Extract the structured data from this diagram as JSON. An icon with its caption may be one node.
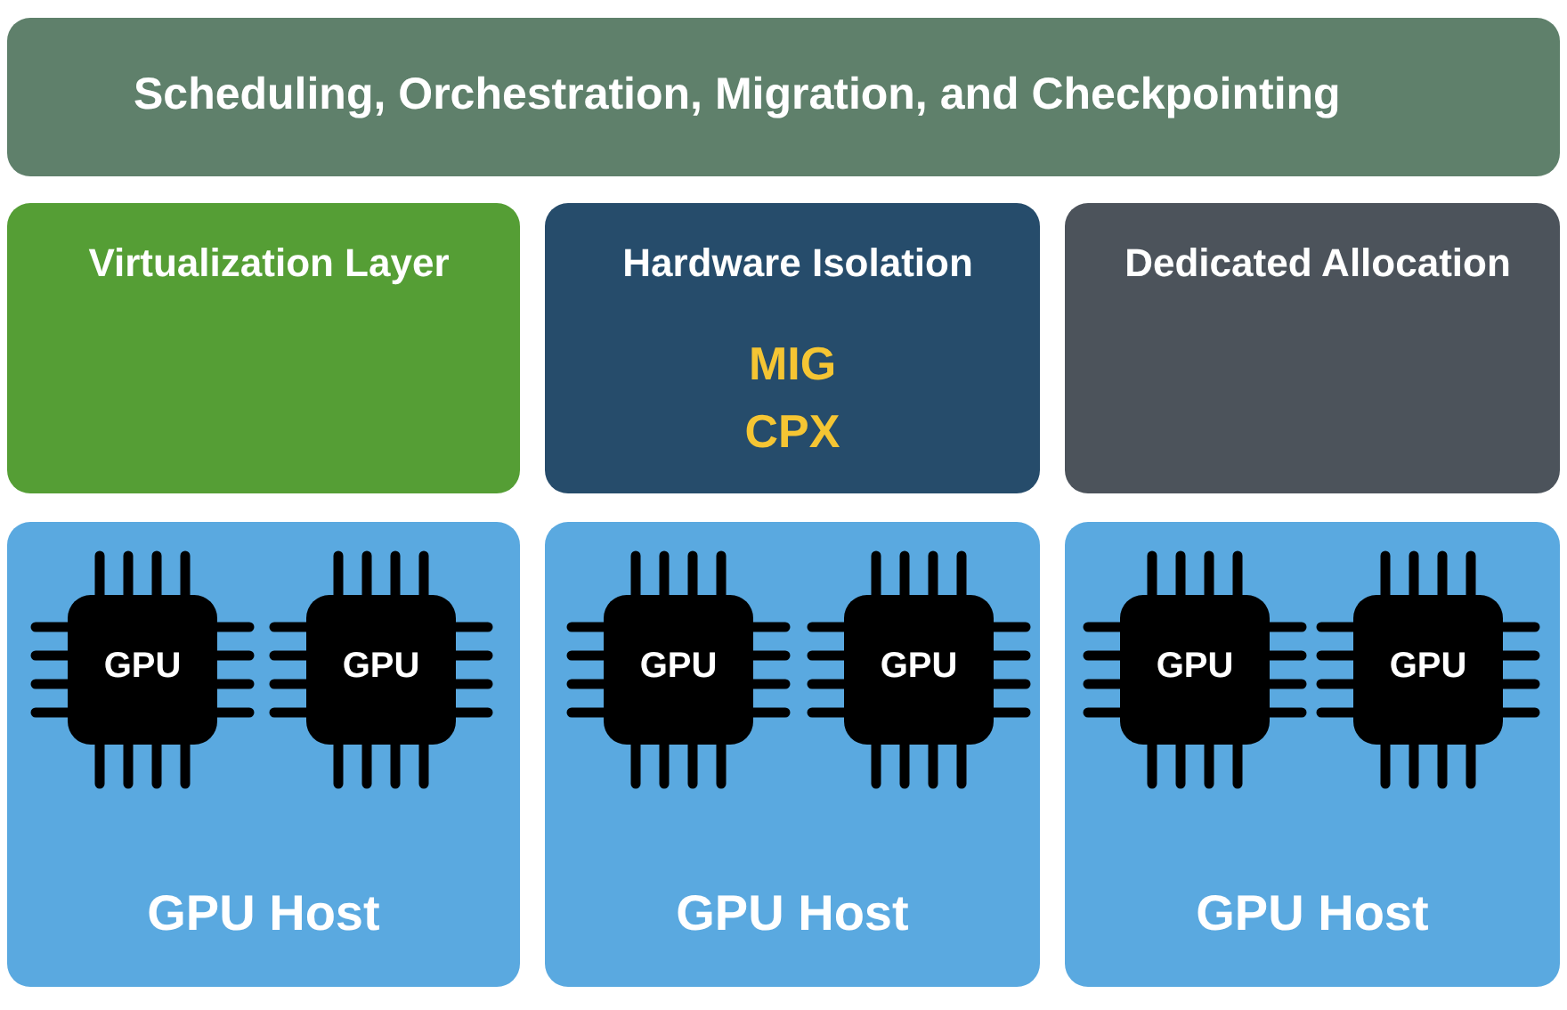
{
  "diagram": {
    "nodes": [
      {
        "text": [
          "Scheduling, Orchestration, Migration, and Checkpointing"
        ]
      },
      {
        "text": [
          "Virtualization Layer"
        ]
      },
      {
        "text": [
          "Hardware Isolation",
          "MIG",
          "CPX"
        ]
      },
      {
        "text": [
          "Dedicated Allocation"
        ]
      },
      {
        "text": [
          "GPU Host"
        ]
      },
      {
        "text": [
          "GPU"
        ],
        "in": 4
      },
      {
        "text": [
          "GPU"
        ],
        "in": 4
      },
      {
        "text": [
          "GPU Host"
        ]
      },
      {
        "text": [
          "GPU"
        ],
        "in": 7
      },
      {
        "text": [
          "GPU"
        ],
        "in": 7
      },
      {
        "text": [
          "GPU Host"
        ]
      },
      {
        "text": [
          "GPU"
        ],
        "in": 10
      },
      {
        "text": [
          "GPU"
        ],
        "in": 10
      }
    ]
  }
}
